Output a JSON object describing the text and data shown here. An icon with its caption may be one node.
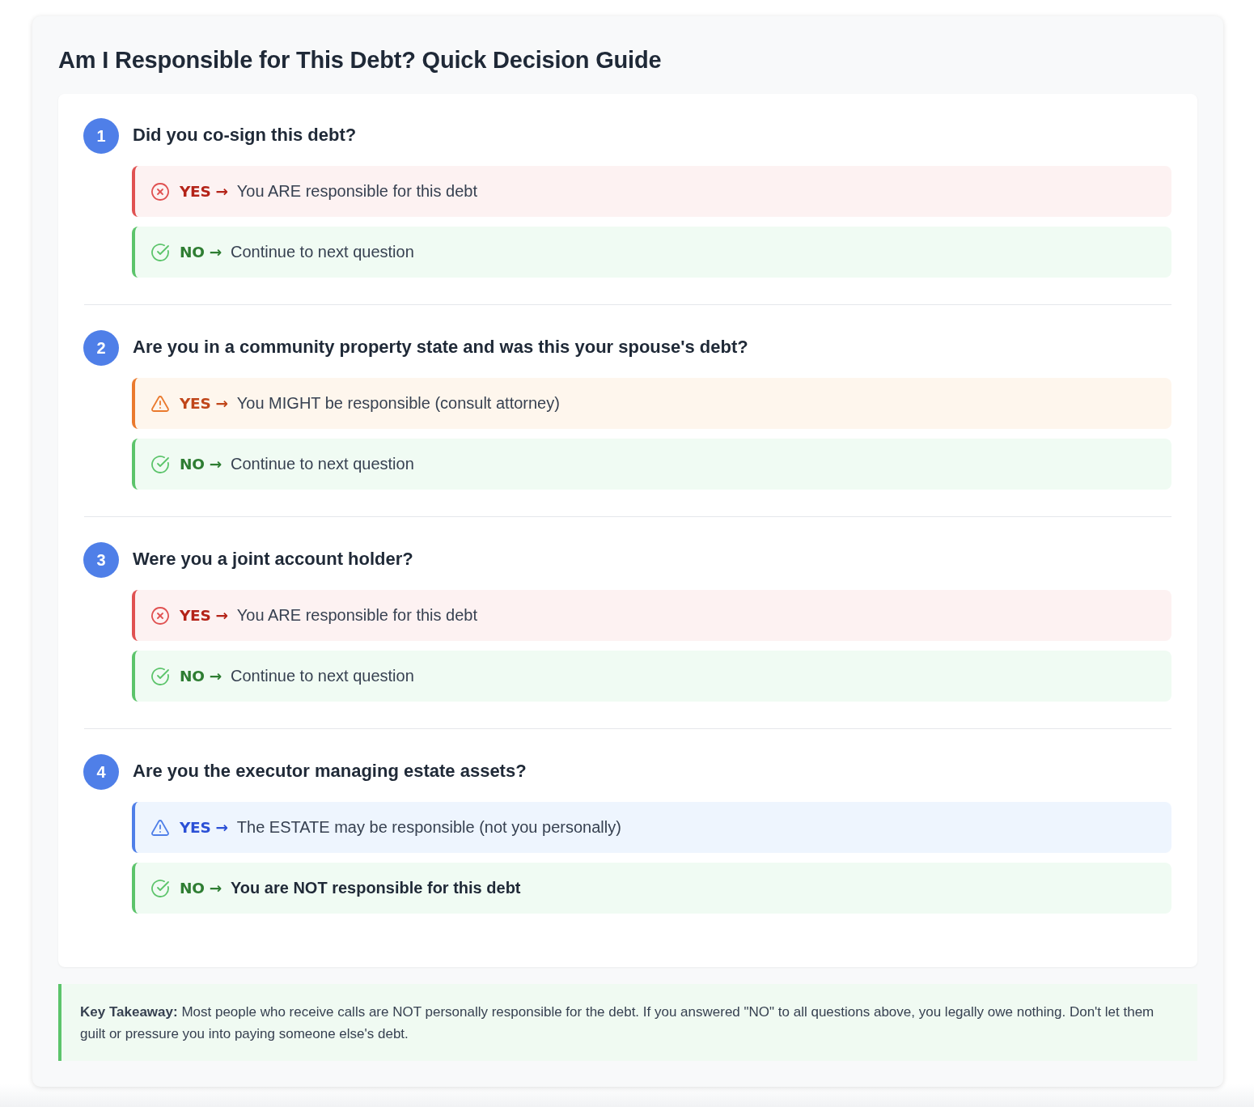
{
  "diagram": {
    "title": "Am I Responsible for This Debt? Quick Decision Guide",
    "nodes": [
      {
        "text": [],
        "shape": "box"
      },
      {
        "text": [
          "1"
        ],
        "in": 0,
        "beside": [
          "Did you co-sign this debt?"
        ]
      },
      {
        "text": [
          "YES →",
          "You ARE responsible for this debt"
        ],
        "in": 0
      },
      {
        "text": [
          "NO →",
          "Continue to next question"
        ],
        "in": 0
      },
      {
        "text": [
          "2"
        ],
        "in": 0,
        "beside": [
          "Are you in a community property state and was this your spouse's debt?"
        ]
      },
      {
        "text": [
          "YES →",
          "You MIGHT be responsible (consult attorney)"
        ],
        "in": 0
      },
      {
        "text": [
          "NO →",
          "Continue to next question"
        ],
        "in": 0
      },
      {
        "text": [
          "3"
        ],
        "in": 0,
        "beside": [
          "Were you a joint account holder?"
        ]
      },
      {
        "text": [
          "YES →",
          "You ARE responsible for this debt"
        ],
        "in": 0
      },
      {
        "text": [
          "NO →",
          "Continue to next question"
        ],
        "in": 0
      },
      {
        "text": [
          "4"
        ],
        "in": 0,
        "beside": [
          "Are you the executor managing estate assets?"
        ]
      },
      {
        "text": [
          "YES →",
          "The ESTATE may be responsible (not you personally)"
        ],
        "in": 0
      },
      {
        "text": [
          "NO →",
          "You are NOT responsible for this debt"
        ],
        "in": 0
      },
      {
        "text": [
          "**Key Takeaway:** Most people who receive calls are NOT personally responsible for the debt. If you answered \"NO\" to all questions above, you legally owe nothing. Don't let them guilt or pressure you into paying someone else's debt."
        ]
      }
    ]
  }
}
